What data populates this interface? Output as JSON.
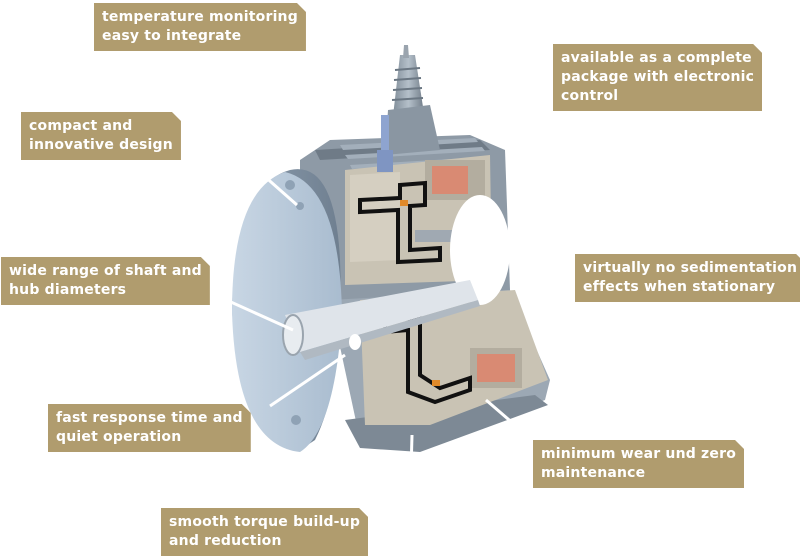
{
  "labels": {
    "temperature": [
      "temperature monitoring",
      "easy to integrate"
    ],
    "package": [
      "available as a complete",
      "package with electronic",
      "control"
    ],
    "compact": [
      "compact and",
      "innovative design"
    ],
    "shaft": [
      "wide range of shaft and",
      "hub diameters"
    ],
    "sedimentation": [
      "virtually no sedimentation",
      "effects when stationary"
    ],
    "response": [
      "fast response time and",
      "quiet operation"
    ],
    "wear": [
      "minimum wear und zero",
      "maintenance"
    ],
    "torque": [
      "smooth torque build-up",
      "and reduction"
    ]
  },
  "colors": {
    "label_bg": "#b09c6e",
    "label_text": "#ffffff",
    "housing": "#b9cbdc",
    "section_face": "#c9c3b4",
    "coil": "#d98a73"
  }
}
